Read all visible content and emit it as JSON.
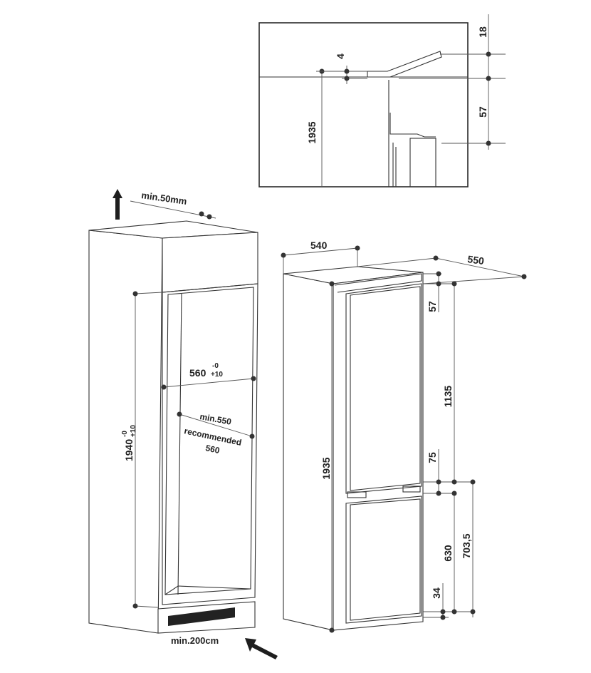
{
  "detail_view": {
    "dim_18": "18",
    "dim_4": "4",
    "dim_57": "57",
    "dim_1935": "1935"
  },
  "cabinet_view": {
    "vent_top": "min.50mm",
    "width_base": "560",
    "width_tol_top": "-0",
    "width_tol_bottom": "+10",
    "height_base": "1940",
    "height_tol_top": "-0",
    "height_tol_bottom": "+10",
    "depth_min": "min.550",
    "depth_recommended_label": "recommended",
    "depth_recommended_value": "560",
    "vent_bottom": "min.200cm"
  },
  "appliance_view": {
    "width": "540",
    "depth": "550",
    "total_height": "1935",
    "top_gap": "57",
    "upper_door": "1135",
    "door_gap": "75",
    "lower_door": "630",
    "lower_section": "703,5",
    "bottom_gap": "34"
  }
}
